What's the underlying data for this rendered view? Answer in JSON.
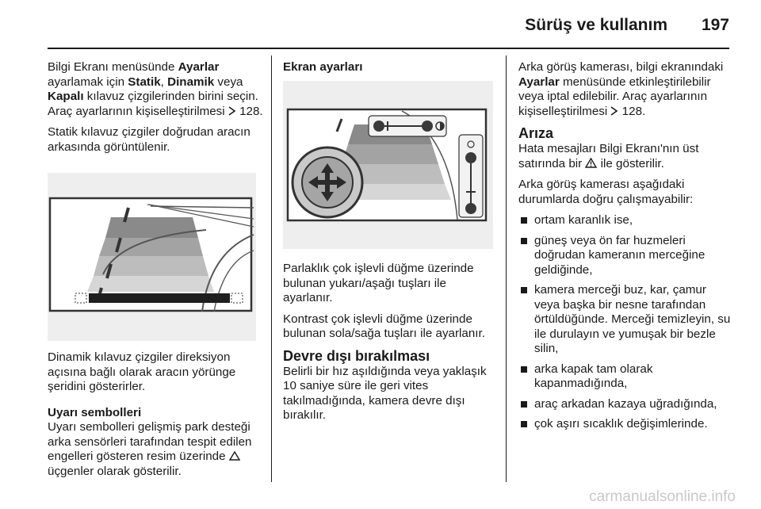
{
  "header": {
    "section_title": "Sürüş ve kullanım",
    "page_number": "197"
  },
  "col1": {
    "p1": {
      "t1": "Bilgi Ekranı menüsünde ",
      "b1": "Ayarlar",
      "t2": " ayarlamak için ",
      "b2": "Statik",
      "t3": ", ",
      "b3": "Dinamik",
      "t4": " veya ",
      "b4": "Kapalı",
      "t5": " kılavuz çizgilerinden birini seçin. Araç ayarlarının kişiselleştirilmesi ",
      "ref_icon": "page-reference-icon",
      "ref": " 128."
    },
    "p2": "Statik kılavuz çizgiler doğrudan aracın arkasında görüntülenir.",
    "p3": "Dinamik kılavuz çizgiler direksiyon açısına bağlı olarak aracın yörünge şeridini gösterirler.",
    "h_warning": "Uyarı sembolleri",
    "p4a": "Uyarı sembolleri gelişmiş park desteği arka sensörleri tarafından tespit edilen engelleri gösteren resim üzerinde ",
    "p4_icon": "warning-triangle-icon",
    "p4b": " üçgenler olarak gösterilir."
  },
  "col2": {
    "h_display": "Ekran ayarları",
    "p1": "Parlaklık çok işlevli düğme üzerinde bulunan yukarı/aşağı tuşları ile ayarlanır.",
    "p2": "Kontrast çok işlevli düğme üzerinde bulunan sola/sağa tuşları ile ayarlanır.",
    "h_deact": "Devre dışı bırakılması",
    "p3": "Belirli bir hız aşıldığında veya yaklaşık 10 saniye süre ile geri vites takılmadığında, kamera devre dışı bırakılır."
  },
  "col3": {
    "p1a": "Arka görüş kamerası, bilgi ekranındaki ",
    "p1b": "Ayarlar",
    "p1c": " menüsünde etkinleştirilebilir veya iptal edilebilir. Araç ayarlarının kişiselleştirilmesi ",
    "p1_icon": "page-reference-icon",
    "p1d": " 128.",
    "h_fault": "Arıza",
    "p2a": "Hata mesajları Bilgi Ekranı'nın üst satırında bir ",
    "p2_icon": "warning-triangle-icon",
    "p2b": " ile gösterilir.",
    "p3": "Arka görüş kamerası aşağıdaki durumlarda doğru çalışmayabilir:",
    "bullets": [
      "ortam karanlık ise,",
      "güneş veya ön far huzmeleri doğrudan kameranın merceğine geldiğinde,",
      "kamera merceği buz, kar, çamur veya başka bir nesne tarafından örtüldüğünde. Merceği temizleyin, su ile durulayın ve yumuşak bir bezle silin,",
      "arka kapak tam olarak kapanmadığında,",
      "araç arkadan kazaya uğradığında,",
      "çok aşırı sıcaklık değişimlerinde."
    ]
  },
  "footer": {
    "watermark": "carmanualsonline.info"
  },
  "colors": {
    "text": "#1a1a1a",
    "figure_bg": "#eeeeee",
    "watermark": "#c8c8c8"
  }
}
